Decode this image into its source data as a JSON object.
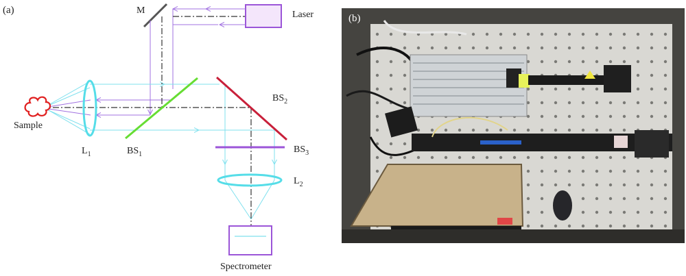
{
  "panel_a": {
    "tag": "(a)",
    "labels": {
      "mirror": "M",
      "laser": "Laser",
      "sample": "Sample",
      "lens1_main": "L",
      "lens1_sub": "1",
      "bs1_main": "BS",
      "bs1_sub": "1",
      "bs2_main": "BS",
      "bs2_sub": "2",
      "bs3_main": "BS",
      "bs3_sub": "3",
      "lens2_main": "L",
      "lens2_sub": "2",
      "spectrometer": "Spectrometer"
    },
    "colors": {
      "laser_beam": "#a070e0",
      "collection_beam": "#7fe0ee",
      "lens": "#55dde8",
      "bs1": "#66dd33",
      "bs2": "#c8203a",
      "bs3": "#9b55d8",
      "box": "#9b55d8",
      "box_fill": "#f4e6fb",
      "sample": "#e02020",
      "axis": "#333333"
    }
  },
  "panel_b": {
    "tag": "(b)",
    "description_icons": [
      "optical-table",
      "laser-module",
      "laptop",
      "mouse",
      "spectrometer-module"
    ]
  }
}
